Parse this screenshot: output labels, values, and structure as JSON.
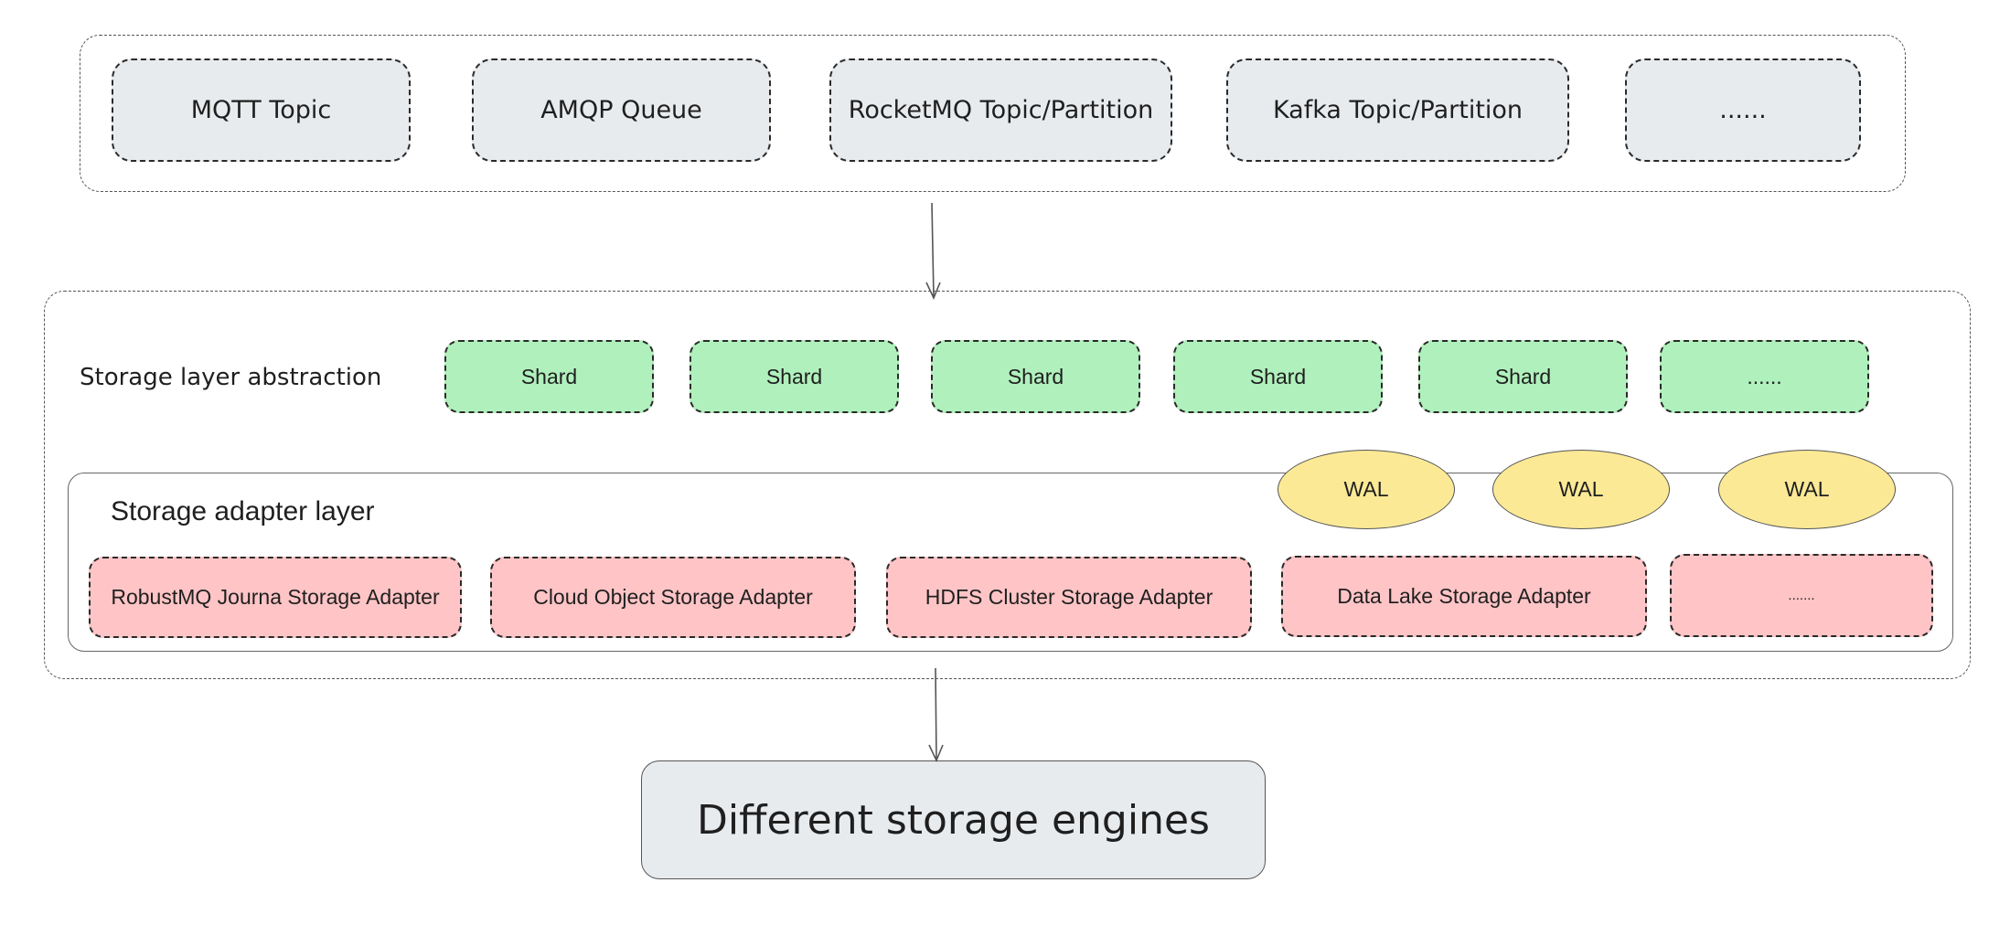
{
  "protocols": [
    "MQTT Topic",
    "AMQP Queue",
    "RocketMQ Topic/Partition",
    "Kafka Topic/Partition",
    "......"
  ],
  "storage_abstraction": {
    "label": "Storage layer abstraction",
    "shards": [
      "Shard",
      "Shard",
      "Shard",
      "Shard",
      "Shard",
      "......"
    ]
  },
  "adapter_layer": {
    "label": "Storage adapter layer",
    "wal": [
      "WAL",
      "WAL",
      "WAL"
    ],
    "adapters": [
      "RobustMQ Journa Storage Adapter",
      "Cloud Object Storage Adapter",
      "HDFS Cluster Storage Adapter",
      "Data Lake Storage Adapter",
      "......."
    ]
  },
  "engines": {
    "label": "Different storage engines"
  }
}
